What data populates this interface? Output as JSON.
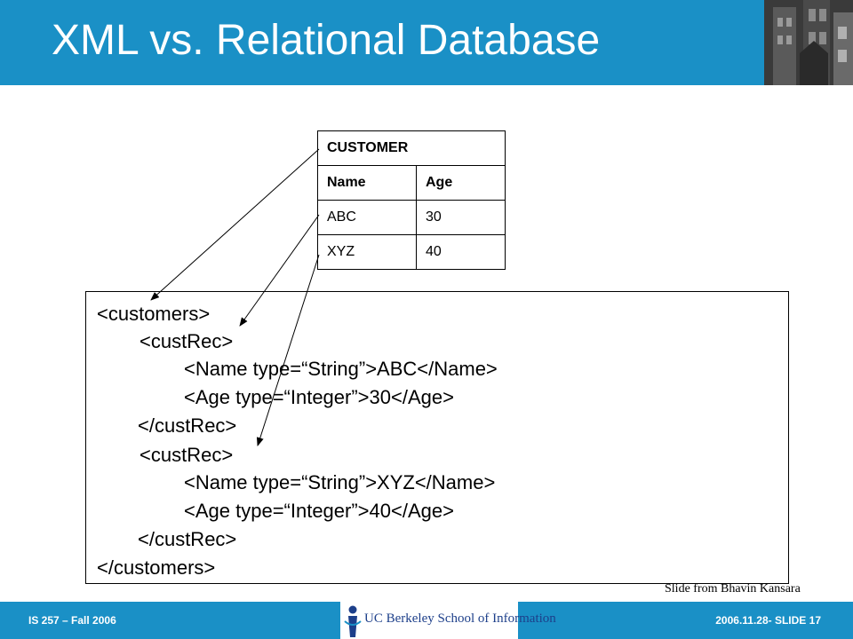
{
  "slide": {
    "title": "XML vs. Relational Database",
    "credit": "Slide from Bhavin Kansara"
  },
  "table": {
    "caption": "CUSTOMER",
    "columns": [
      "Name",
      "Age"
    ],
    "rows": [
      [
        "ABC",
        "30"
      ],
      [
        "XYZ",
        "40"
      ]
    ]
  },
  "xml": {
    "lines": [
      "<customers>",
      "<custRec>",
      "<Name type=“String”>ABC</Name>",
      "<Age type=“Integer”>30</Age>",
      "</custRec>",
      "<custRec>",
      "<Name type=“String”>XYZ</Name>",
      "<Age type=“Integer”>40</Age>",
      "</custRec>",
      "</customers>"
    ]
  },
  "footer": {
    "left": "IS 257 – Fall 2006",
    "right": "2006.11.28- SLIDE 17",
    "logo_text": "UC Berkeley School of Information"
  },
  "colors": {
    "brand": "#1a90c6",
    "logo_text": "#1d3f8a"
  },
  "icons": {
    "header_photo": "building-photo-icon",
    "footer_logo": "ischool-logo-icon"
  }
}
